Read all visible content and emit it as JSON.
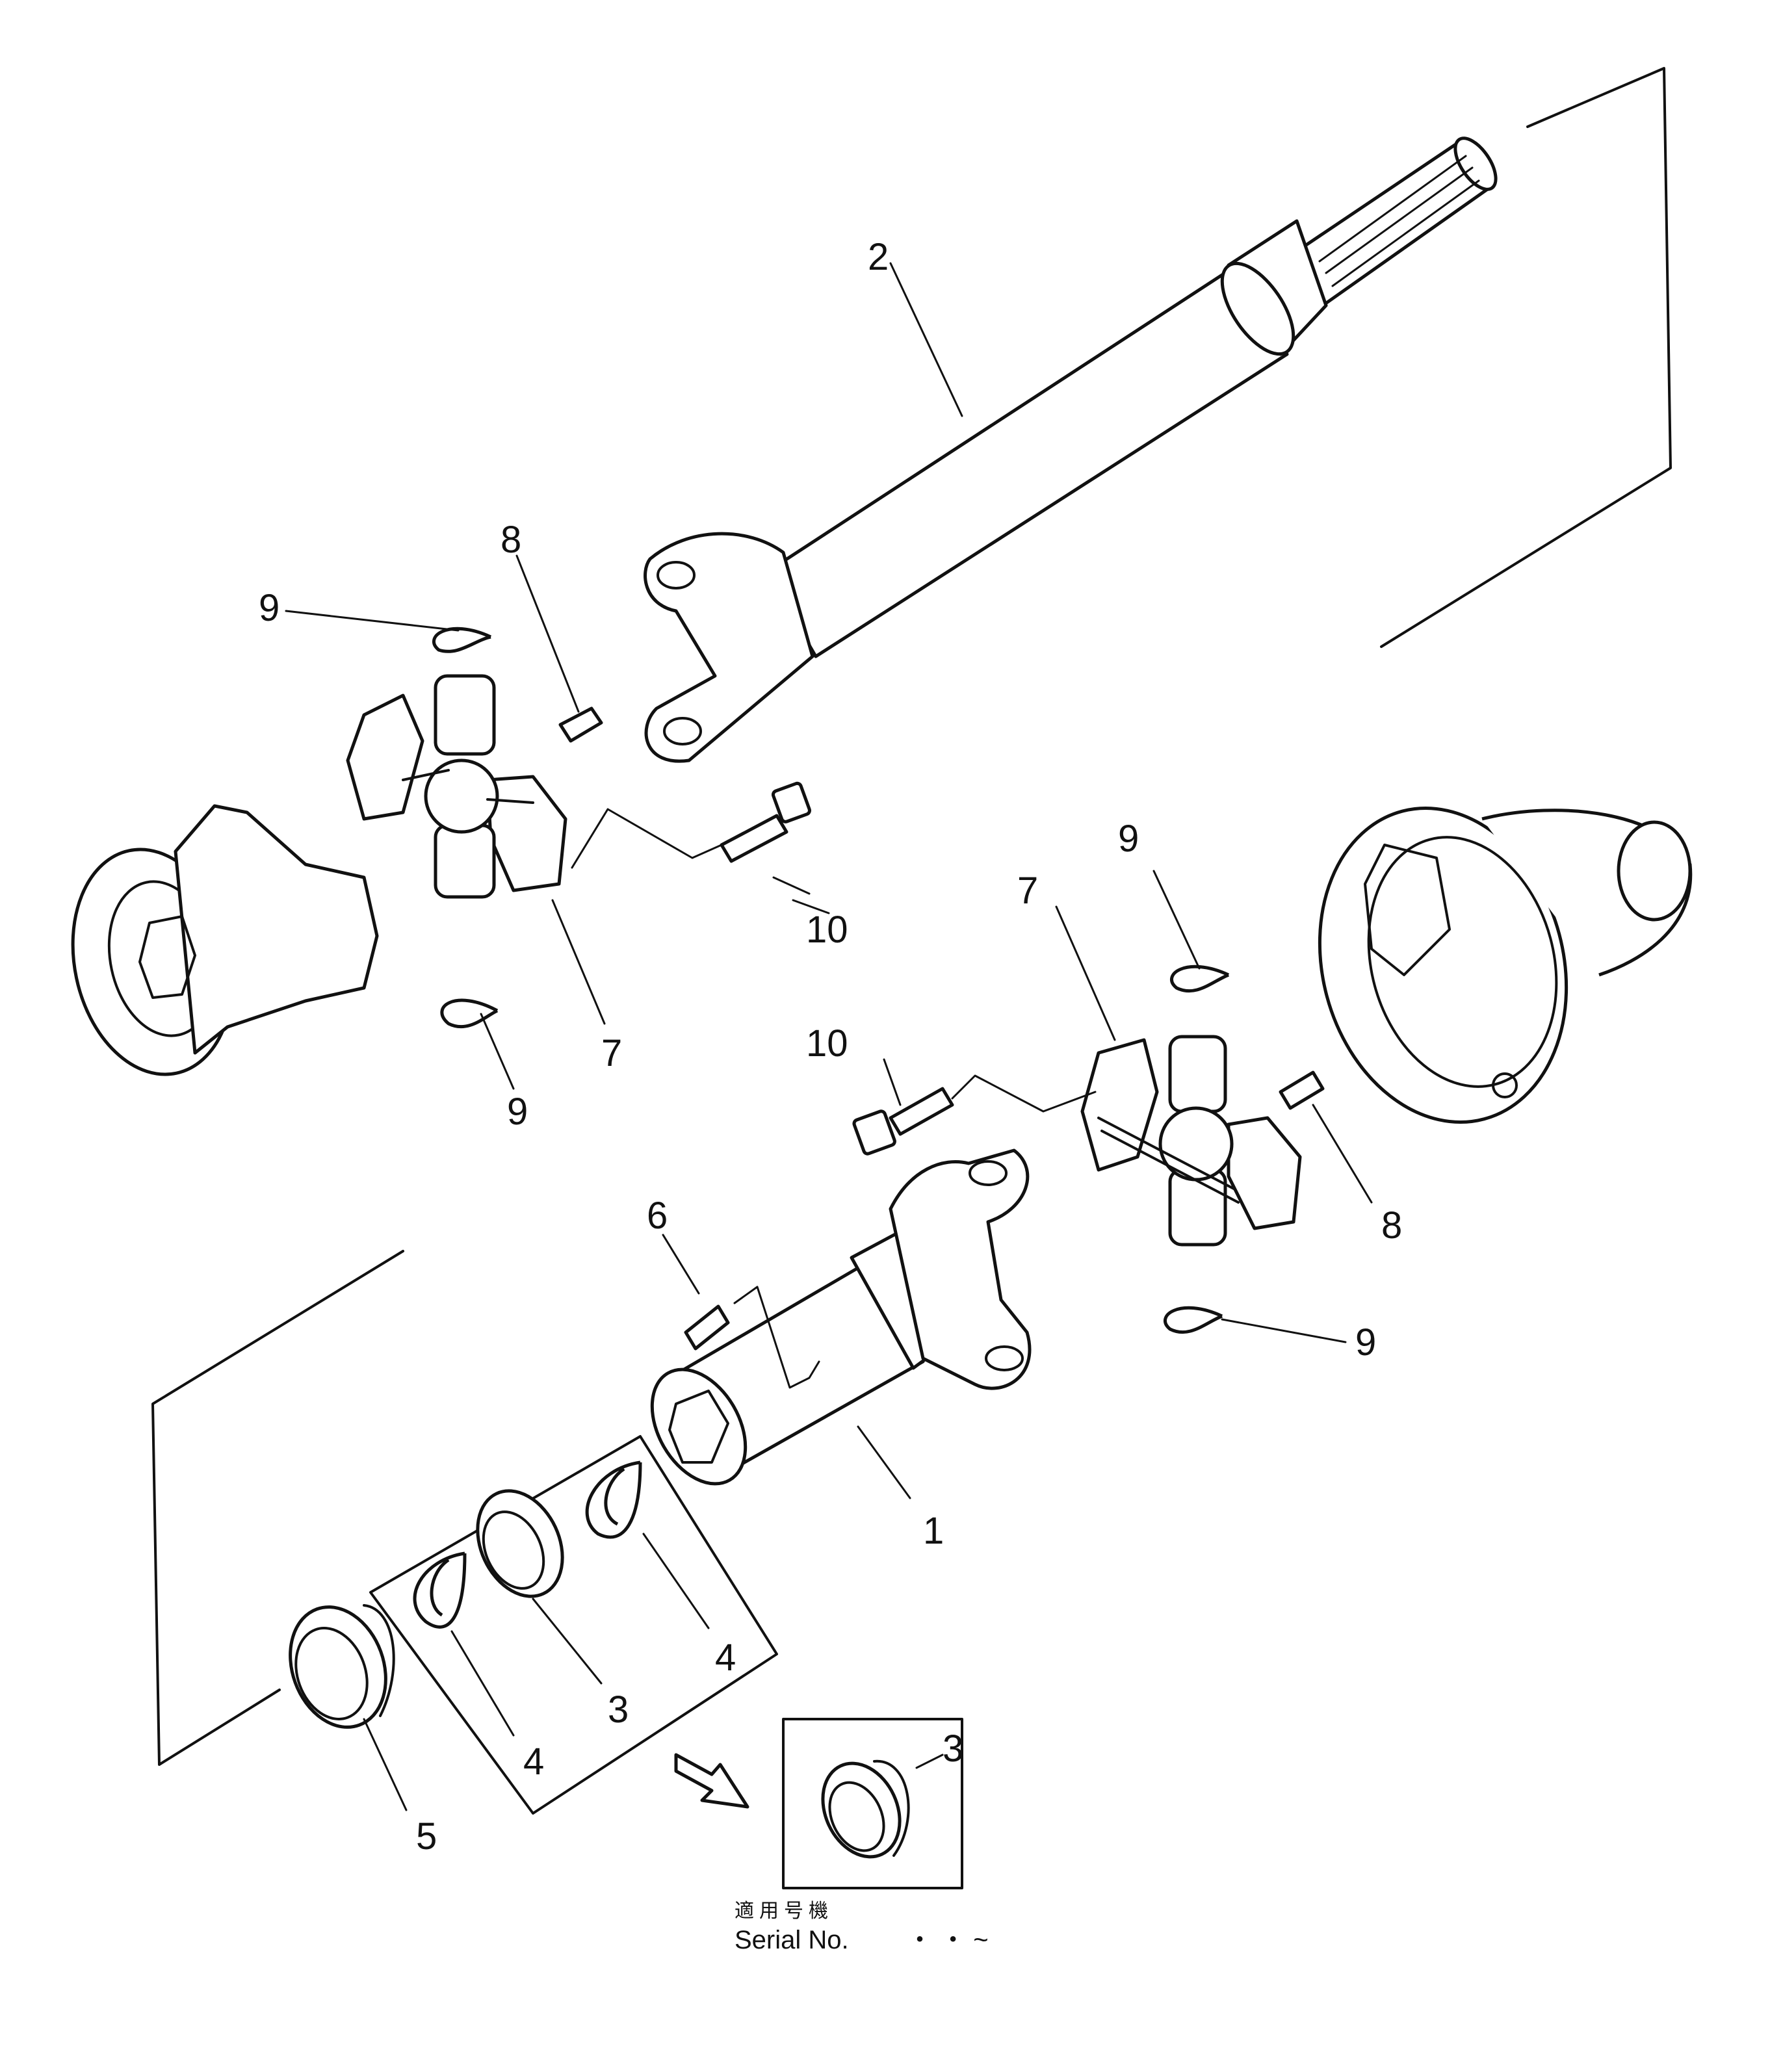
{
  "callouts": {
    "shaft": "2",
    "ring_top": "9",
    "fitting_top": "8",
    "ring_left_bottom": "9",
    "cross_left": "7",
    "bolt_top": "10",
    "ring_right_top": "9",
    "cross_right": "7",
    "bolt_right": "10",
    "fitting_right": "8",
    "ring_right_bottom": "9",
    "fitting_yoke": "6",
    "yoke_sleeve": "1",
    "ring_a": "4",
    "bearing": "3",
    "ring_b": "4",
    "seal": "5",
    "inset_bearing": "3"
  },
  "serial": {
    "japanese": "適用号機",
    "label": "Serial No.",
    "range": "・ ・ ~"
  }
}
